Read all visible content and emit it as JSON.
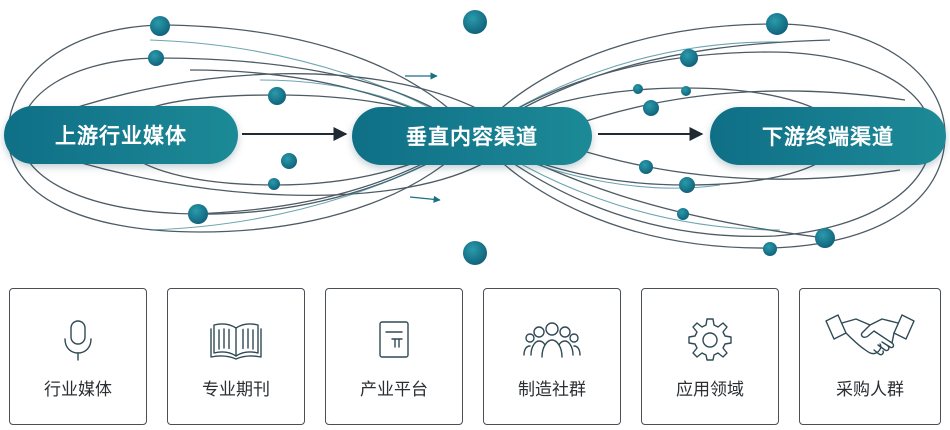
{
  "flow": {
    "stages": [
      {
        "label": "上游行业媒体"
      },
      {
        "label": "垂直内容渠道"
      },
      {
        "label": "下游终端渠道"
      }
    ]
  },
  "channels": [
    {
      "label": "行业媒体",
      "icon": "microphone-icon"
    },
    {
      "label": "专业期刊",
      "icon": "open-book-icon"
    },
    {
      "label": "产业平台",
      "icon": "document-icon"
    },
    {
      "label": "制造社群",
      "icon": "people-group-icon"
    },
    {
      "label": "应用领域",
      "icon": "gear-icon"
    },
    {
      "label": "采购人群",
      "icon": "handshake-icon"
    }
  ],
  "colors": {
    "stage_fill": "#167c8f",
    "node_fill": "#1a7a8c",
    "line": "#3a4a55"
  }
}
